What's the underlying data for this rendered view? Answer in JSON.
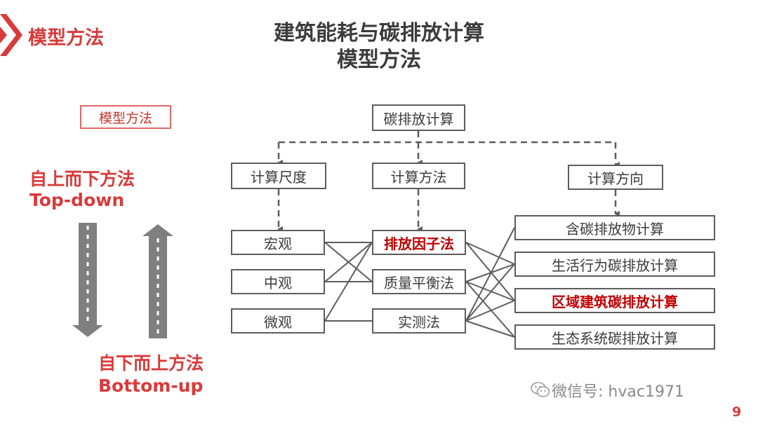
{
  "header": {
    "section_label": "模型方法",
    "accent_color": "#d93a3a"
  },
  "title": {
    "line1": "建筑能耗与碳排放计算",
    "line2": "模型方法"
  },
  "left": {
    "method_box": "模型方法",
    "top_down_cn": "自上而下方法",
    "top_down_en": "Top-down",
    "bottom_up_cn": "自下而上方法",
    "bottom_up_en": "Bottom-up",
    "arrow_icons": [
      "road-arrow-down-icon",
      "road-arrow-up-icon"
    ]
  },
  "diagram": {
    "root": "碳排放计算",
    "categories": [
      "计算尺度",
      "计算方法",
      "计算方向"
    ],
    "scales": [
      "宏观",
      "中观",
      "微观"
    ],
    "methods": [
      "排放因子法",
      "质量平衡法",
      "实测法"
    ],
    "directions": [
      "含碳排放物计算",
      "生活行为碳排放计算",
      "区域建筑碳排放计算",
      "生态系统碳排放计算"
    ],
    "highlighted": [
      "排放因子法",
      "区域建筑碳排放计算"
    ],
    "highlight_color": "#c00000"
  },
  "watermark": {
    "text": "微信号: hvac1971",
    "icon": "wechat-icon"
  },
  "page_number": "9"
}
